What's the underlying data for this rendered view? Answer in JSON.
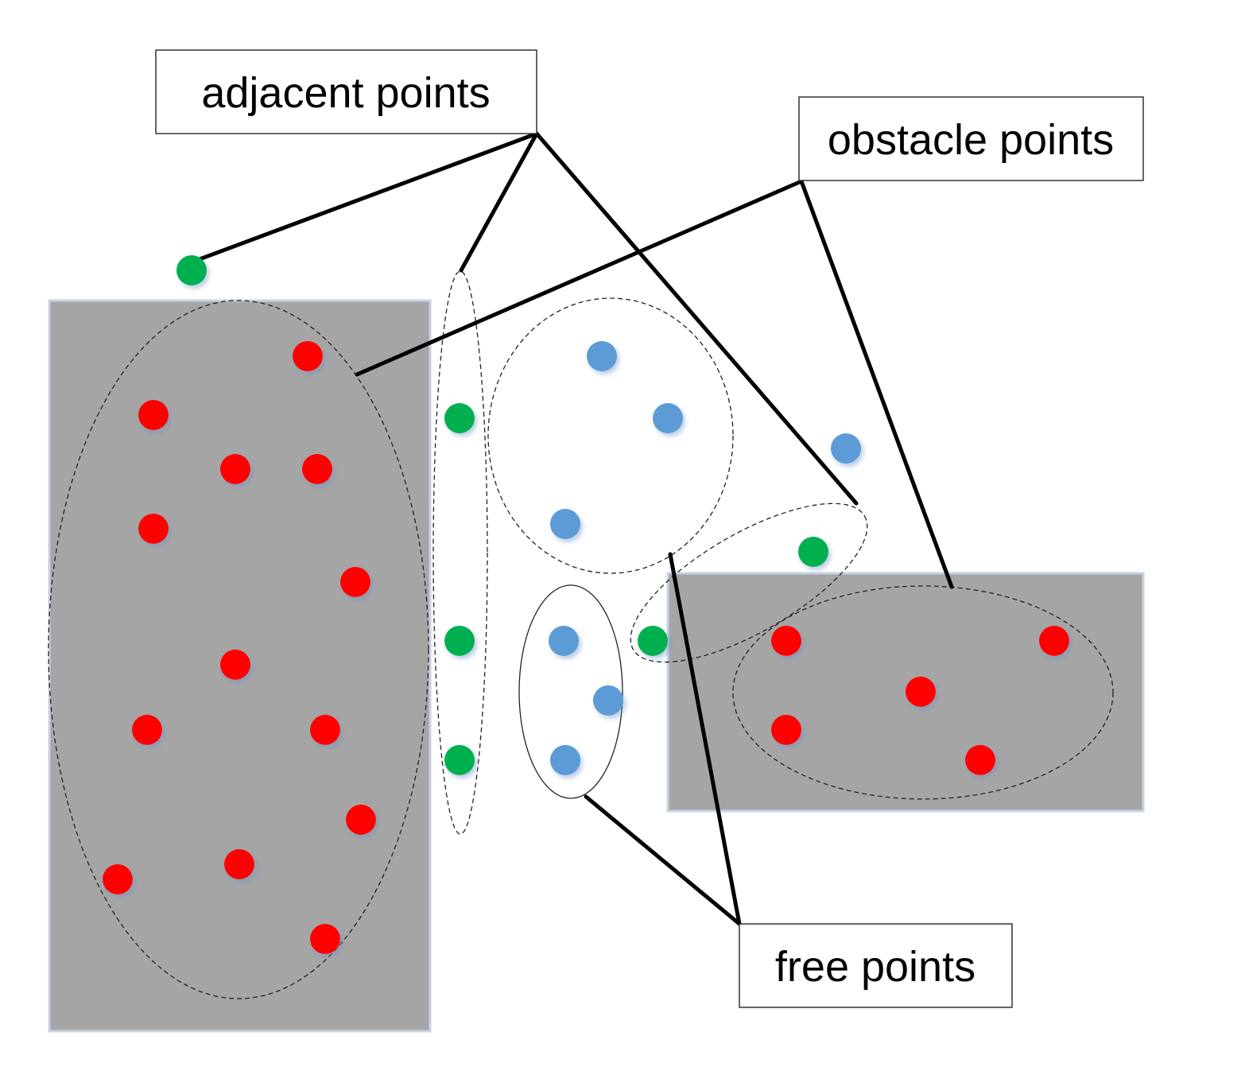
{
  "labels": {
    "adjacent": "adjacent points",
    "obstacle": "obstacle points",
    "free": "free points"
  },
  "colors": {
    "obstacle_point": "#ff0000",
    "adjacent_point": "#00b050",
    "free_point": "#5b9bd5",
    "obstacle_region": "#a5a5a5"
  },
  "point_categories": [
    "obstacle",
    "adjacent",
    "free"
  ]
}
